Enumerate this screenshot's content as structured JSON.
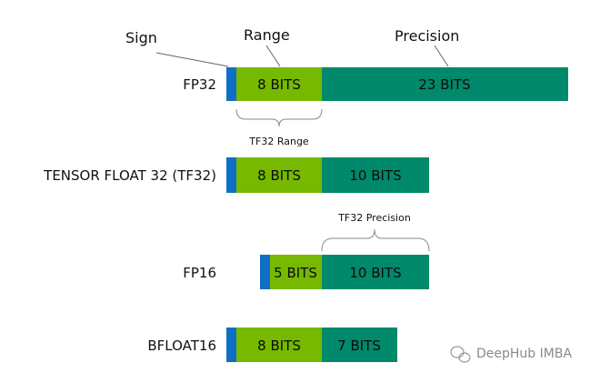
{
  "headers": {
    "sign": "Sign",
    "range": "Range",
    "precision": "Precision"
  },
  "annotations": {
    "tf32_range": "TF32 Range",
    "tf32_precision": "TF32 Precision"
  },
  "rows": [
    {
      "label": "FP32",
      "range": "8 BITS",
      "precision": "23 BITS"
    },
    {
      "label": "TENSOR FLOAT 32 (TF32)",
      "range": "8 BITS",
      "precision": "10 BITS"
    },
    {
      "label": "FP16",
      "range": "5 BITS",
      "precision": "10 BITS"
    },
    {
      "label": "BFLOAT16",
      "range": "8 BITS",
      "precision": "7 BITS"
    }
  ],
  "colors": {
    "sign": "#0f6fc6",
    "range": "#76b900",
    "precision": "#00896a"
  },
  "watermark": {
    "icon": "wechat-icon",
    "text": "DeepHub IMBA"
  }
}
